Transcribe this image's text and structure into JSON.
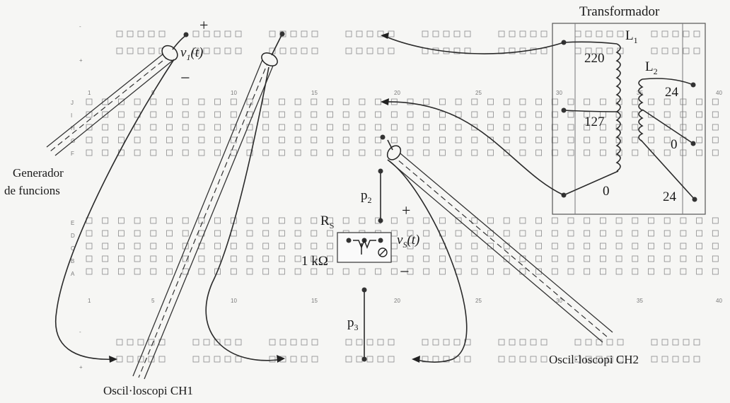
{
  "labels": {
    "transformer": "Transformador",
    "l1": "L",
    "l1_sub": "1",
    "l2": "L",
    "l2_sub": "2",
    "primary_taps": [
      "220",
      "127",
      "0"
    ],
    "secondary_taps": [
      "24",
      "0",
      "24"
    ],
    "v1_main": "v",
    "v1_sub": "1",
    "v1_arg": "(t)",
    "vs_main": "v",
    "vs_sub": "S",
    "vs_arg": "(t)",
    "plus": "+",
    "minus": "−",
    "rs_main": "R",
    "rs_sub": "S",
    "rs_value": "1 kΩ",
    "p2_main": "p",
    "p2_sub": "2",
    "p3_main": "p",
    "p3_sub": "3",
    "generator_line1": "Generador",
    "generator_line2": "de funcions",
    "scope_ch1": "Oscil·loscopi CH1",
    "scope_ch2": "Oscil·loscopi CH2"
  },
  "breadboard": {
    "column_numbers_top": [
      "1",
      "5",
      "10",
      "15",
      "20",
      "25",
      "30",
      "35",
      "40"
    ],
    "column_numbers_bottom": [
      "1",
      "5",
      "10",
      "15",
      "20",
      "25",
      "30",
      "35",
      "40"
    ],
    "row_letters_top": [
      "J",
      "I",
      "H",
      "G",
      "F"
    ],
    "row_letters_bottom": [
      "E",
      "D",
      "C",
      "B",
      "A"
    ],
    "rail_marks_top": [
      "-",
      "+"
    ],
    "rail_marks_bottom": [
      "-",
      "+"
    ]
  }
}
